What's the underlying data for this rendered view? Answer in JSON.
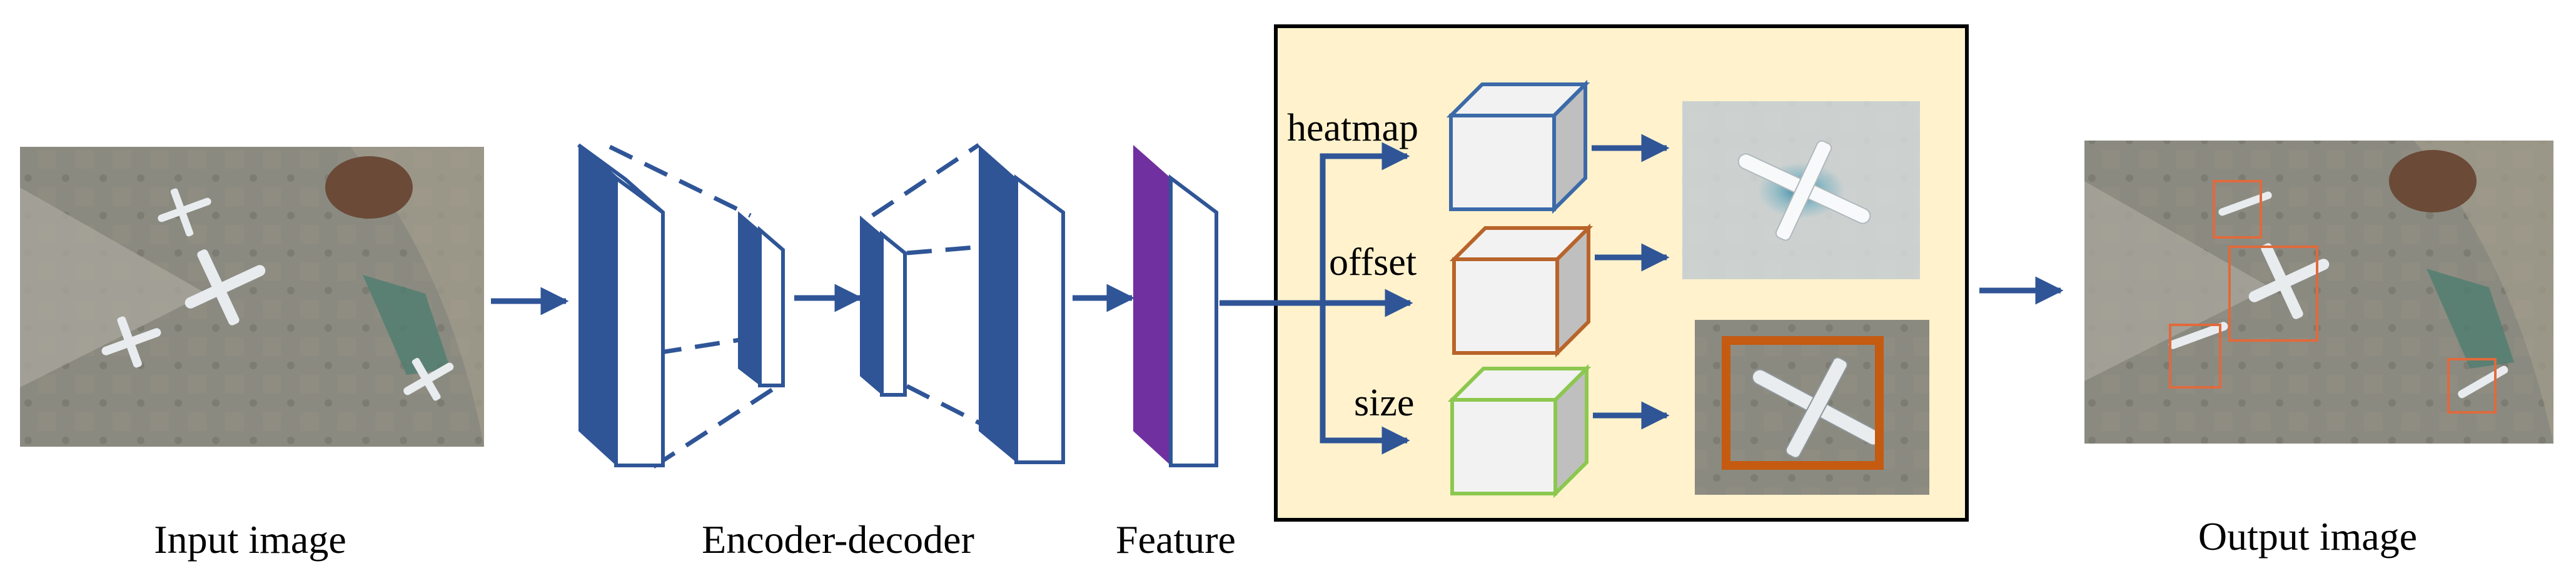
{
  "labels": {
    "input": "Input image",
    "encoder_decoder": "Encoder-decoder",
    "feature": "Feature",
    "output": "Output image"
  },
  "heads": [
    {
      "name": "heatmap",
      "color": "#3c6aa8"
    },
    {
      "name": "offset",
      "color": "#b8642a"
    },
    {
      "name": "size",
      "color": "#8cc84f"
    }
  ],
  "colors": {
    "encoder_block": "#2f5597",
    "feature_block": "#7030a0",
    "arrow": "#2f5597",
    "head_panel_bg": "#fff2cc",
    "detection_box": "#c55a11",
    "ground": "#8a8a80"
  },
  "images": {
    "input": "aerial-airport-photo",
    "heatmap": "heatmap-overlay-photo",
    "size": "bounding-box-photo",
    "output": "detection-result-photo"
  }
}
